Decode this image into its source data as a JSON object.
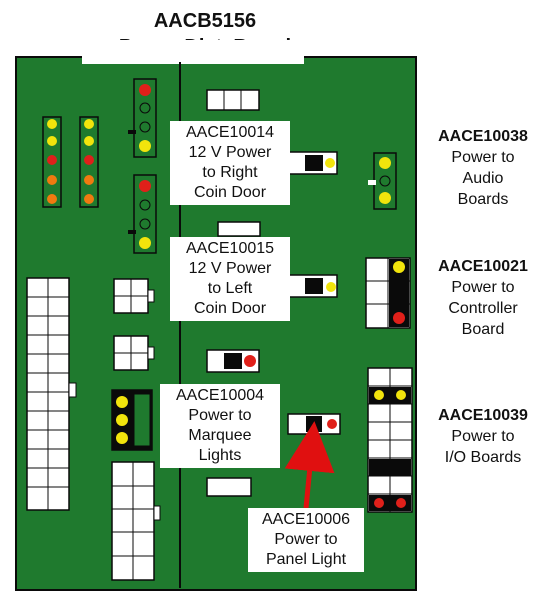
{
  "title": {
    "line1": "AACB5156",
    "line2": "Power Dist. Board"
  },
  "labels": {
    "aace10014": {
      "code": "AACE10014",
      "line1": "12 V Power",
      "line2": "to Right",
      "line3": "Coin Door"
    },
    "aace10015": {
      "code": "AACE10015",
      "line1": "12 V Power",
      "line2": "to Left",
      "line3": "Coin Door"
    },
    "aace10004": {
      "code": "AACE10004",
      "line1": "Power to",
      "line2": "Marquee",
      "line3": "Lights"
    },
    "aace10006": {
      "code": "AACE10006",
      "line1": "Power to",
      "line2": "Panel Light"
    },
    "aace10038": {
      "code": "AACE10038",
      "line1": "Power to",
      "line2": "Audio",
      "line3": "Boards"
    },
    "aace10021": {
      "code": "AACE10021",
      "line1": "Power to",
      "line2": "Controller",
      "line3": "Board"
    },
    "aace10039": {
      "code": "AACE10039",
      "line1": "Power to",
      "line2": "I/O Boards"
    }
  },
  "colors": {
    "board": "#1f7a2e",
    "board_border": "#0a0a0a",
    "connector": "#ffffff",
    "led_yellow": "#f2e40c",
    "led_red": "#e0201a",
    "led_orange": "#f07a10",
    "arrow": "#e01010"
  }
}
